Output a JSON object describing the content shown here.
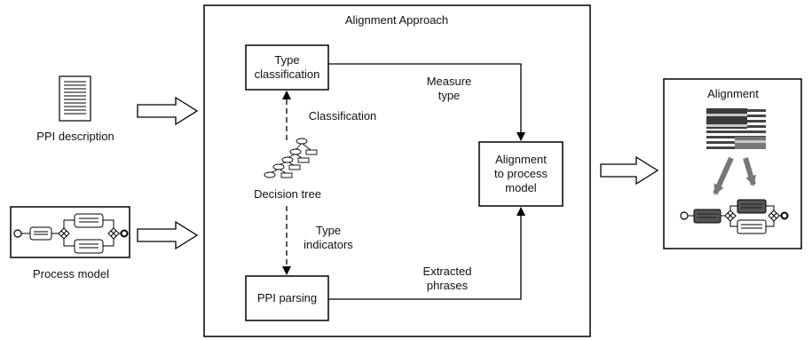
{
  "approach": {
    "title": "Alignment Approach",
    "type_classification": [
      "Type",
      "classification"
    ],
    "classification_label": "Classification",
    "decision_tree_label": "Decision tree",
    "type_indicators_label": [
      "Type",
      "indicators"
    ],
    "ppi_parsing": "PPI parsing",
    "measure_type_label": [
      "Measure",
      "type"
    ],
    "extracted_phrases_label": [
      "Extracted",
      "phrases"
    ],
    "alignment_box": [
      "Alignment",
      "to process",
      "model"
    ]
  },
  "inputs": {
    "ppi_description": "PPI description",
    "process_model": "Process model"
  },
  "output": {
    "title": "Alignment"
  }
}
